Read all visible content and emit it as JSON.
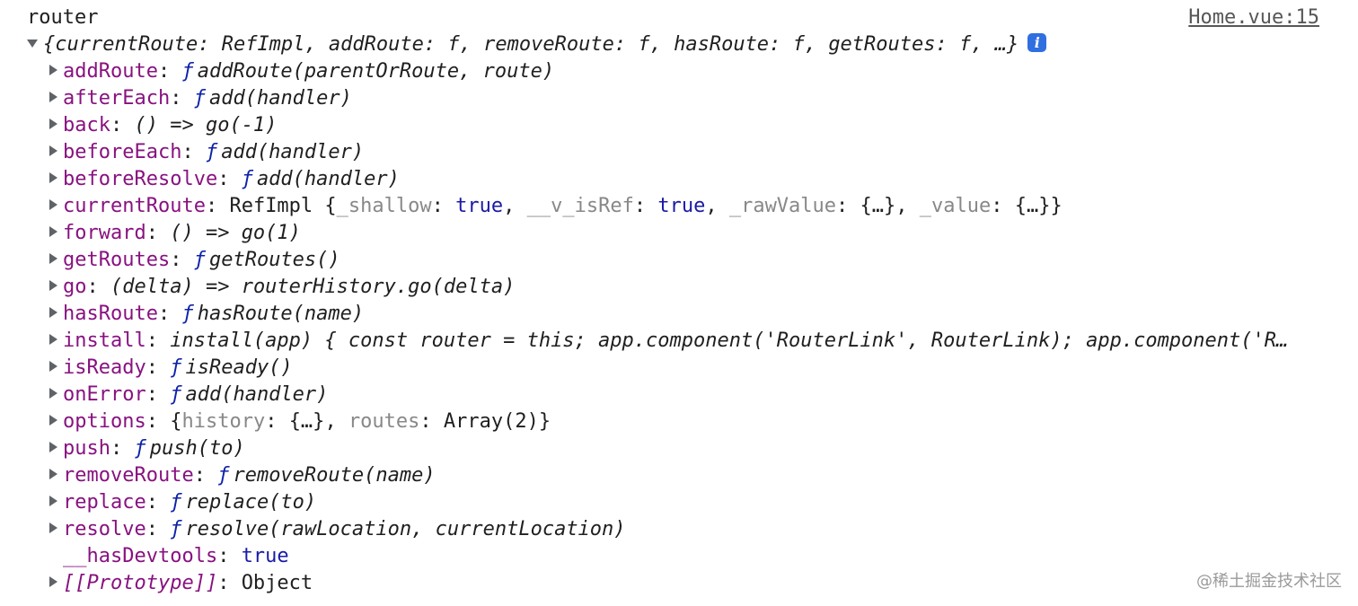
{
  "log_message": {
    "label": "router",
    "source_link": "Home.vue:15"
  },
  "summary": {
    "open_brace": "{",
    "items": [
      {
        "key": "currentRoute",
        "value": "RefImpl"
      },
      {
        "key": "addRoute",
        "value": "f"
      },
      {
        "key": "removeRoute",
        "value": "f"
      },
      {
        "key": "hasRoute",
        "value": "f"
      },
      {
        "key": "getRoutes",
        "value": "f"
      }
    ],
    "ellipsis": "…",
    "close_brace": "}",
    "info_icon_glyph": "i"
  },
  "properties": {
    "addRoute": {
      "key": "addRoute",
      "f": "ƒ",
      "value": "addRoute(parentOrRoute, route)"
    },
    "afterEach": {
      "key": "afterEach",
      "f": "ƒ",
      "value": "add(handler)"
    },
    "back": {
      "key": "back",
      "value": "() => go(-1)"
    },
    "beforeEach": {
      "key": "beforeEach",
      "f": "ƒ",
      "value": "add(handler)"
    },
    "beforeResolve": {
      "key": "beforeResolve",
      "f": "ƒ",
      "value": "add(handler)"
    },
    "currentRoute": {
      "key": "currentRoute",
      "class_name": "RefImpl",
      "open_brace": "{",
      "k1": "_shallow",
      "v1": "true",
      "k2": "__v_isRef",
      "v2": "true",
      "k3": "_rawValue",
      "v3": "{…}",
      "k4": "_value",
      "v4": "{…}",
      "close_brace": "}"
    },
    "forward": {
      "key": "forward",
      "value": "() => go(1)"
    },
    "getRoutes": {
      "key": "getRoutes",
      "f": "ƒ",
      "value": "getRoutes()"
    },
    "go": {
      "key": "go",
      "value": "(delta) => routerHistory.go(delta)"
    },
    "hasRoute": {
      "key": "hasRoute",
      "f": "ƒ",
      "value": "hasRoute(name)"
    },
    "install": {
      "key": "install",
      "value": "install(app) { const router = this; app.component('RouterLink', RouterLink); app.component('R…"
    },
    "isReady": {
      "key": "isReady",
      "f": "ƒ",
      "value": "isReady()"
    },
    "onError": {
      "key": "onError",
      "f": "ƒ",
      "value": "add(handler)"
    },
    "options": {
      "key": "options",
      "open_brace": "{",
      "k1": "history",
      "v1": "{…}",
      "k2": "routes",
      "v2": "Array(2)",
      "close_brace": "}"
    },
    "push": {
      "key": "push",
      "f": "ƒ",
      "value": "push(to)"
    },
    "removeRoute": {
      "key": "removeRoute",
      "f": "ƒ",
      "value": "removeRoute(name)"
    },
    "replace": {
      "key": "replace",
      "f": "ƒ",
      "value": "replace(to)"
    },
    "resolve": {
      "key": "resolve",
      "f": "ƒ",
      "value": "resolve(rawLocation, currentLocation)"
    },
    "hasDevtools": {
      "key": "__hasDevtools",
      "value": "true"
    },
    "prototype": {
      "key": "[[Prototype]]",
      "value": "Object"
    }
  },
  "watermark": "@稀土掘金技术社区",
  "colors": {
    "key": "#881280",
    "function_sig": "#0d22aa",
    "boolean": "#1a1aa6",
    "dim_key": "#888888",
    "info_icon": "#2f6fe0",
    "text": "#1f1f1f"
  },
  "icons": {
    "expanded": "triangle-down-icon",
    "collapsed": "triangle-right-icon",
    "info": "info-icon"
  }
}
